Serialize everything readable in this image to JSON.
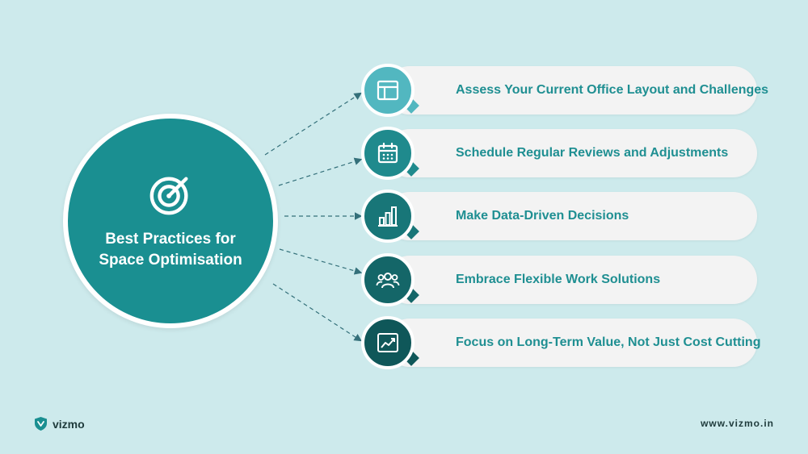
{
  "hub": {
    "title": "Best Practices for Space Optimisation",
    "icon": "target-icon",
    "color": "#1a8f91"
  },
  "items": [
    {
      "label": "Assess Your Current Office Layout and Challenges",
      "icon": "layout-icon",
      "color": "#52b7c0"
    },
    {
      "label": "Schedule Regular Reviews and Adjustments",
      "icon": "calendar-icon",
      "color": "#1f8a8d"
    },
    {
      "label": "Make Data-Driven Decisions",
      "icon": "bar-chart-icon",
      "color": "#187678"
    },
    {
      "label": "Embrace Flexible Work Solutions",
      "icon": "team-icon",
      "color": "#146668"
    },
    {
      "label": "Focus on Long-Term Value, Not Just Cost Cutting",
      "icon": "trend-chart-icon",
      "color": "#0f5759"
    }
  ],
  "footer": {
    "brand": "vizmo",
    "url": "www.vizmo.in"
  },
  "colors": {
    "background": "#cdeaec",
    "pill": "#f3f3f3",
    "label": "#1f8f92"
  }
}
